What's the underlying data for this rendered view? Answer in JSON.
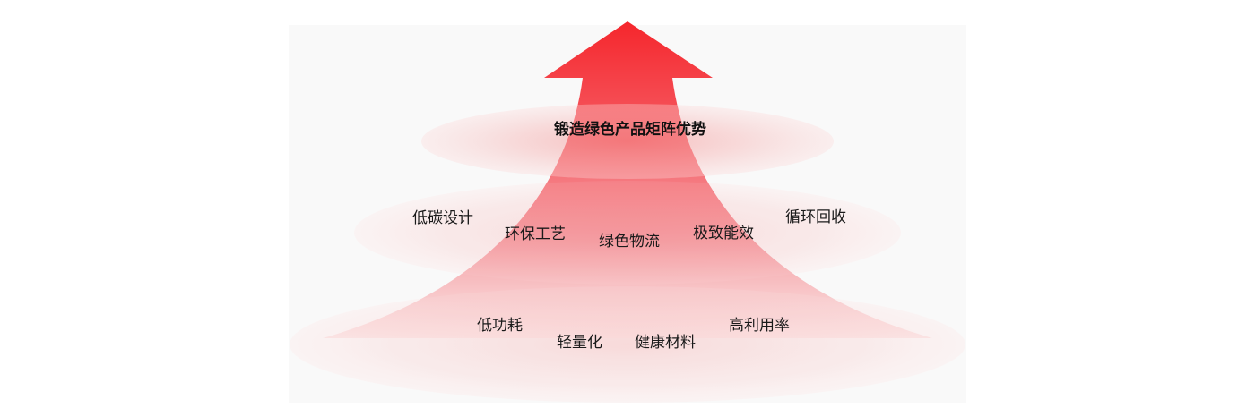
{
  "diagram": {
    "title": "锻造绿色产品矩阵优势",
    "middle_tier": [
      "低碳设计",
      "环保工艺",
      "绿色物流",
      "极致能效",
      "循环回收"
    ],
    "bottom_tier": [
      "低功耗",
      "轻量化",
      "健康材料",
      "高利用率"
    ],
    "colors": {
      "arrow_top": "#f5262c",
      "arrow_bottom": "#fde1e1",
      "ring": "#f7b4b4",
      "backdrop": "#f9f9f9"
    }
  }
}
